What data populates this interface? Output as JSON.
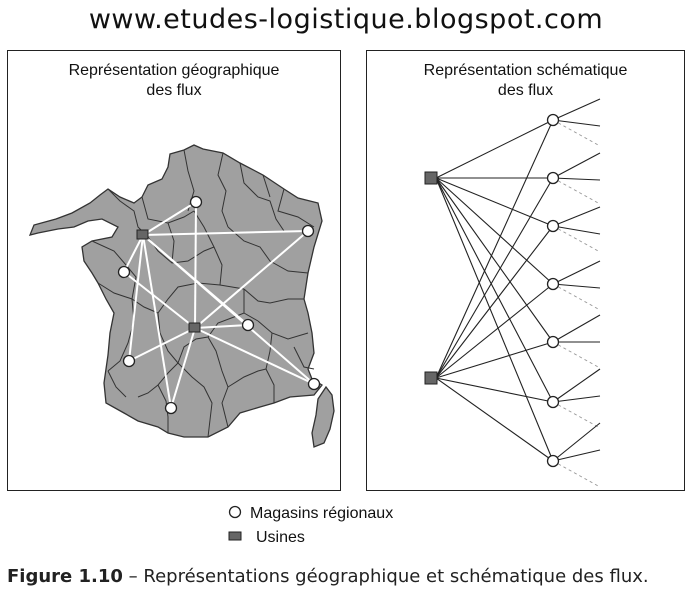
{
  "header": {
    "url": "www.etudes-logistique.blogspot.com"
  },
  "left_panel": {
    "title_line1": "Représentation géographique",
    "title_line2": "des flux"
  },
  "right_panel": {
    "title_line1": "Représentation schématique",
    "title_line2": "des flux"
  },
  "legend": {
    "stores_label": "Magasins régionaux",
    "factories_label": "Usines"
  },
  "caption": {
    "figure_label": "Figure 1.10",
    "text": " – Représentations géographique et schématique des flux."
  },
  "colors": {
    "map_fill": "#a0a0a0",
    "map_stroke": "#333333",
    "factory_fill": "#666666",
    "line": "#222222"
  }
}
